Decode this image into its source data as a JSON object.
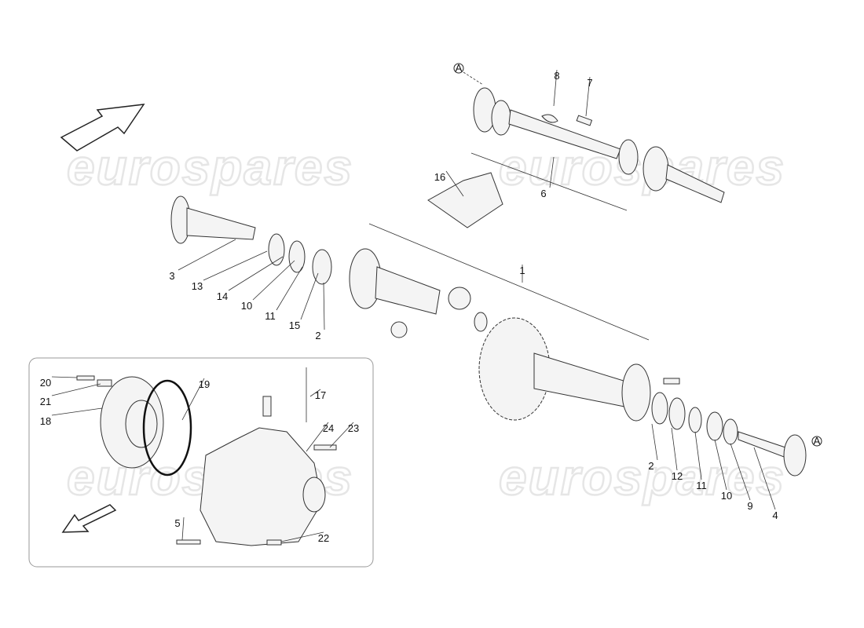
{
  "watermark": "eurospares",
  "reference_mark": "A",
  "callouts": [
    "8",
    "7",
    "6",
    "16",
    "1",
    "3",
    "13",
    "14",
    "10",
    "11",
    "15",
    "2",
    "20",
    "21",
    "18",
    "19",
    "17",
    "24",
    "23",
    "5",
    "22",
    "2",
    "12",
    "11",
    "10",
    "9",
    "4"
  ],
  "colors": {
    "line": "#333333",
    "inset_border": "#999999",
    "watermark": "#e6e6e6"
  },
  "icons": [
    "direction-arrow-forward",
    "direction-arrow-backward"
  ]
}
